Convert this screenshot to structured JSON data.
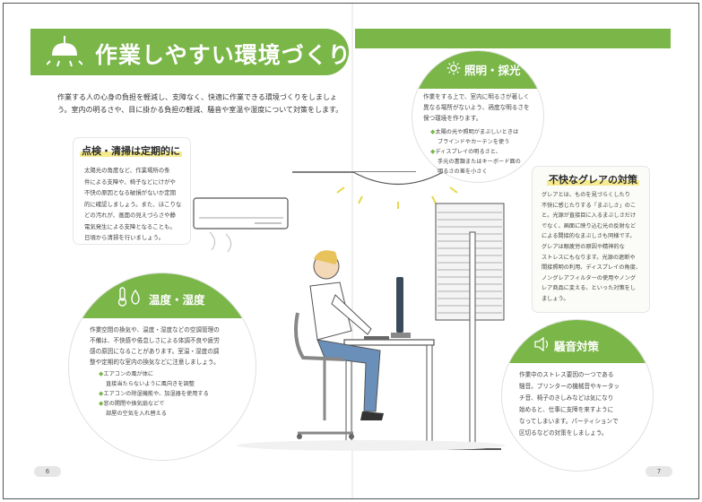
{
  "page": {
    "title": "作業しやすい環境づくり",
    "intro_line1": "作業する人の心身の負担を軽減し、支障なく、快適に作業できる環境づくりをしましょ",
    "intro_line2": "う。室内の明るさや、目に掛かる負担の軽減、騒音や室温や湿度について対策をします。",
    "page_left": "6",
    "page_right": "7"
  },
  "cleaning": {
    "title": "点検・清掃は定期的に",
    "lines": [
      "太陽光の角度など、作業場所の条",
      "件による支障や、椅子などにけがや",
      "不快の原因となる破損がないか定期",
      "的に確認しましょう。また、ほこりな",
      "どの汚れが、画面の見えづらさや静",
      "電気発生による支障となることも。",
      "日頃から清掃を行いましょう。"
    ]
  },
  "lighting": {
    "title": "照明・採光",
    "lines": [
      "作業をする上で、室内に明るさが著しく",
      "異なる場所がないよう、適度な明るさを",
      "保つ環境を作ります。"
    ],
    "bullets": [
      [
        "太陽の光や照明がまぶしいときは",
        "ブラインドやカーテンを使う"
      ],
      [
        "ディスプレイの明るさと、",
        "手元の書類またはキーボード面の",
        "明るさの差を小さく"
      ]
    ]
  },
  "glare": {
    "title": "不快なグレアの対策",
    "lines": [
      "グレアとは、ものを見づらくしたり",
      "不快に感じたりする「まぶしさ」のこ",
      "と。光源が直接目に入るまぶしさだけ",
      "でなく、画面に映り込む光の反射など",
      "による間接的なまぶしさも同様です。",
      "グレアは眼疲労の原因や精神的な",
      "ストレスにもなります。光源の遮断や",
      "間接照明の利用、ディスプレイの角度、",
      "ノングレアフィルターの使用やノング",
      "レア商品に変える、といった対策をし",
      "ましょう。"
    ]
  },
  "temperature": {
    "title": "温度・湿度",
    "lines": [
      "作業空間の換気や、温度・湿度などの空調管理の",
      "不備は、不快感や倦怠しさによる体調不良や疲労",
      "感の原因になることがあります。室温・湿度の調",
      "整や定期的な室内の換気などに注意しましょう。"
    ],
    "bullets": [
      [
        "エアコンの風が体に",
        "直接当たらないように風向きを調整"
      ],
      [
        "エアコンの除湿機能や、加湿器を使用する"
      ],
      [
        "窓の開閉や換気扇などで",
        "部屋の空気を入れ替える"
      ]
    ]
  },
  "noise": {
    "title": "騒音対策",
    "lines": [
      "作業中のストレス要因の一つである",
      "騒音。プリンターの機械音やキータッ",
      "チ音、椅子のきしみなどは気になり",
      "始めると、仕事に支障を来すように",
      "なってしまいます。パーティションで",
      "区切るなどの対策をしましょう。"
    ]
  },
  "colors": {
    "accent": "#7ab648",
    "highlight": "#f6ec8f"
  }
}
